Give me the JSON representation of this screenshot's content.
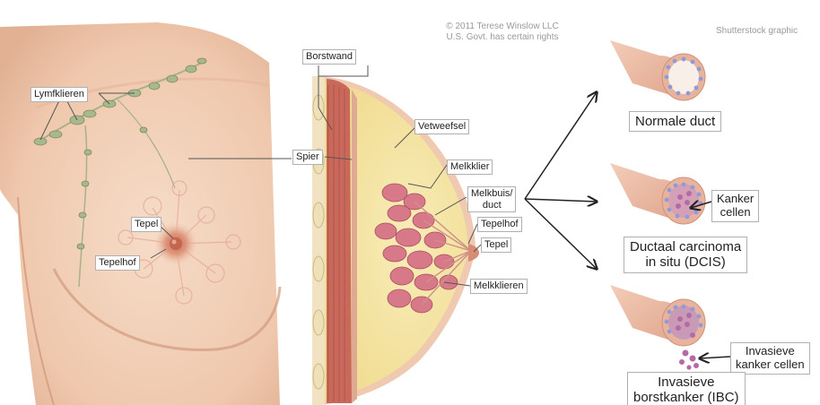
{
  "credits": {
    "copyright_line1": "© 2011 Terese Winslow LLC",
    "copyright_line2": "U.S. Govt. has certain rights",
    "shutterstock": "Shutterstock graphic"
  },
  "front_view": {
    "lymph_nodes": "Lymfklieren",
    "nipple": "Tepel",
    "areola": "Tepelhof"
  },
  "cross_section": {
    "chest_wall": "Borstwand",
    "muscle": "Spier",
    "fat_tissue": "Vetweefsel",
    "milk_gland": "Melkklier",
    "milk_duct_line1": "Melkbuis/",
    "milk_duct_line2": "duct",
    "areola": "Tepelhof",
    "nipple": "Tepel",
    "milk_glands": "Melkklieren"
  },
  "duct_stages": {
    "normal": "Normale duct",
    "cancer_cells_line1": "Kanker",
    "cancer_cells_line2": "cellen",
    "dcis_line1": "Ductaal carcinoma",
    "dcis_line2": "in situ (DCIS)",
    "invasive_cells_line1": "Invasieve",
    "invasive_cells_line2": "kanker cellen",
    "ibc_line1": "Invasieve",
    "ibc_line2": "borstkanker (IBC)"
  },
  "colors": {
    "skin": "#f2cdb3",
    "fat": "#f3e3a0",
    "muscle": "#c9695c",
    "lobule": "#d8798a",
    "duct_wall": "#e6b29c",
    "cell": "#8f9bd8"
  }
}
